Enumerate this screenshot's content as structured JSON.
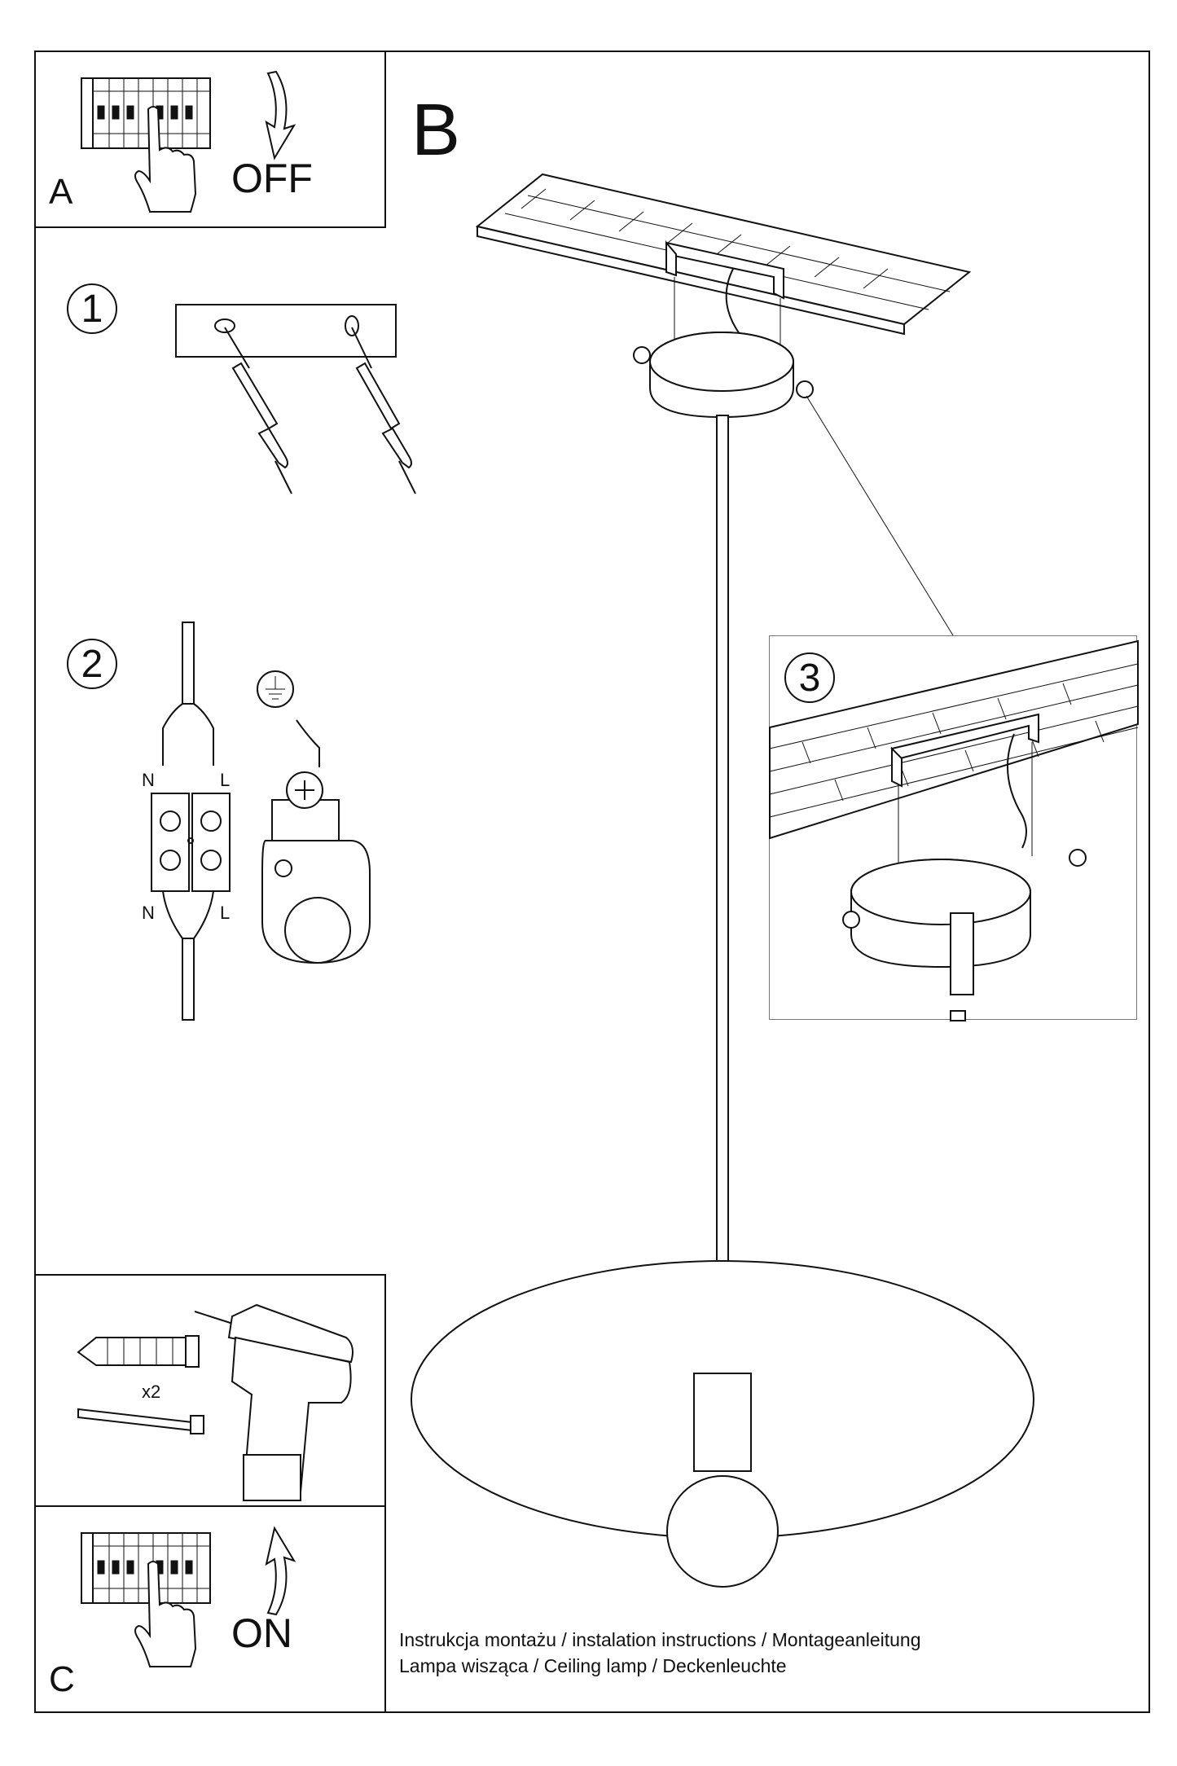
{
  "panels": {
    "A": {
      "label": "A",
      "action": "OFF"
    },
    "B": {
      "label": "B"
    },
    "C": {
      "label": "C",
      "action": "ON"
    }
  },
  "steps": {
    "step1": "1",
    "step2": "2",
    "step3": "3"
  },
  "wiring": {
    "neutral_top": "N",
    "live_top": "L",
    "neutral_bottom": "N",
    "live_bottom": "L"
  },
  "tools": {
    "quantity": "x2"
  },
  "footer": {
    "line1": "Instrukcja montażu / instalation instructions / Montageanleitung",
    "line2": "Lampa wisząca / Ceiling lamp  / Deckenleuchte"
  },
  "icons": [
    "circuit-breaker-icon",
    "hand-icon",
    "arrow-icon",
    "ground-icon",
    "drill-icon",
    "wall-plug-icon",
    "screw-icon",
    "bulb-icon"
  ]
}
